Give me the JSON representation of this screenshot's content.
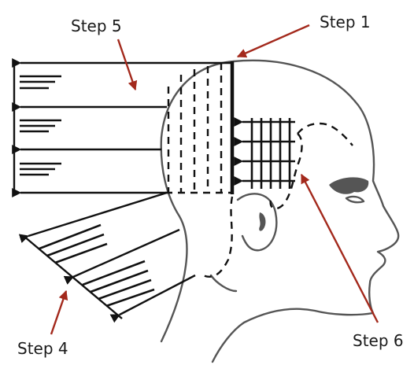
{
  "labels": {
    "step1": "Step 1",
    "step4": "Step 4",
    "step5": "Step 5",
    "step6": "Step 6"
  },
  "colors": {
    "annotation_arrow": "#a3291c",
    "outline": "#555555",
    "ink": "#111111"
  }
}
